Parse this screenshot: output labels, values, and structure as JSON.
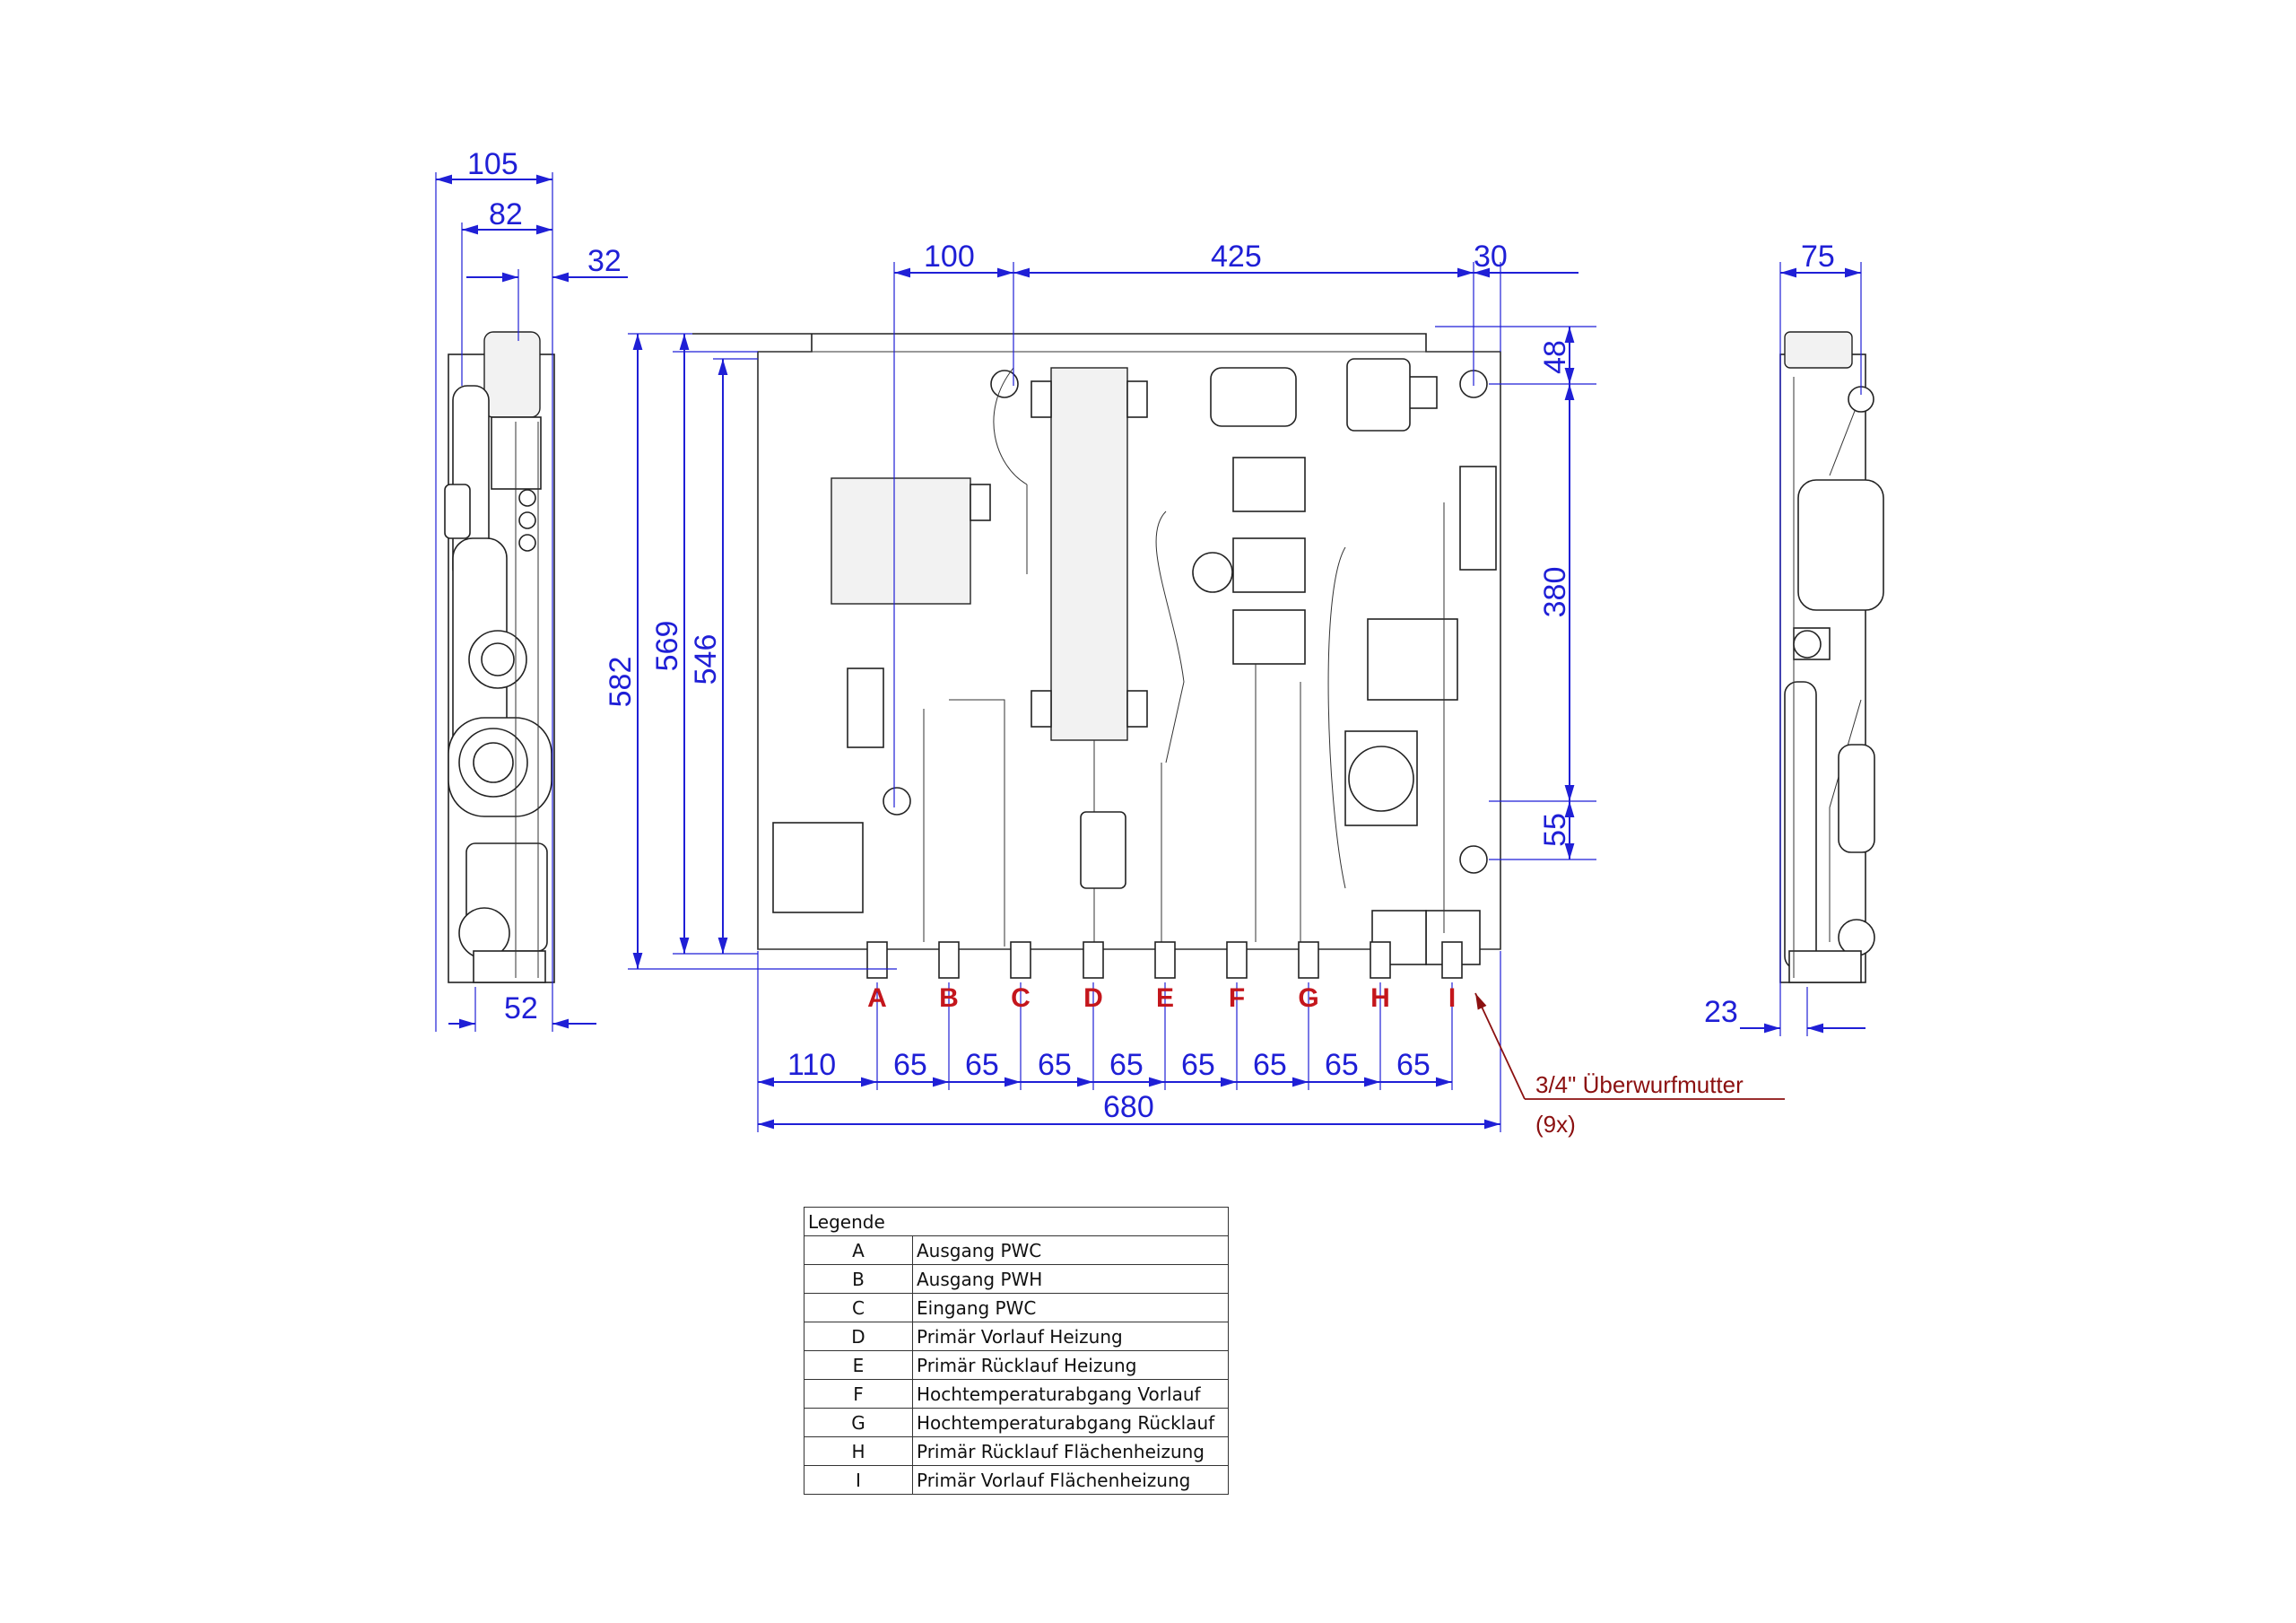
{
  "dimensions": {
    "side_left_top": [
      "105",
      "82",
      "32"
    ],
    "side_left_bottom": "52",
    "front_top": [
      "100",
      "425",
      "30"
    ],
    "front_heights": [
      "582",
      "569",
      "546"
    ],
    "front_right": [
      "48",
      "380",
      "55"
    ],
    "front_bottom_spacing": [
      "110",
      "65",
      "65",
      "65",
      "65",
      "65",
      "65",
      "65",
      "65"
    ],
    "front_total_width": "680",
    "side_right_top": "75",
    "side_right_bottom": "23"
  },
  "connections": [
    "A",
    "B",
    "C",
    "D",
    "E",
    "F",
    "G",
    "H",
    "I"
  ],
  "note": {
    "line1": "3/4\" Überwurfmutter",
    "line2": "(9x)"
  },
  "legend": {
    "title": "Legende",
    "rows": [
      {
        "key": "A",
        "label": "Ausgang PWC"
      },
      {
        "key": "B",
        "label": "Ausgang PWH"
      },
      {
        "key": "C",
        "label": "Eingang PWC"
      },
      {
        "key": "D",
        "label": "Primär Vorlauf Heizung"
      },
      {
        "key": "E",
        "label": "Primär Rücklauf Heizung"
      },
      {
        "key": "F",
        "label": "Hochtemperaturabgang Vorlauf"
      },
      {
        "key": "G",
        "label": "Hochtemperaturabgang Rücklauf"
      },
      {
        "key": "H",
        "label": "Primär Rücklauf Flächenheizung"
      },
      {
        "key": "I",
        "label": "Primär Vorlauf Flächenheizung"
      }
    ]
  }
}
